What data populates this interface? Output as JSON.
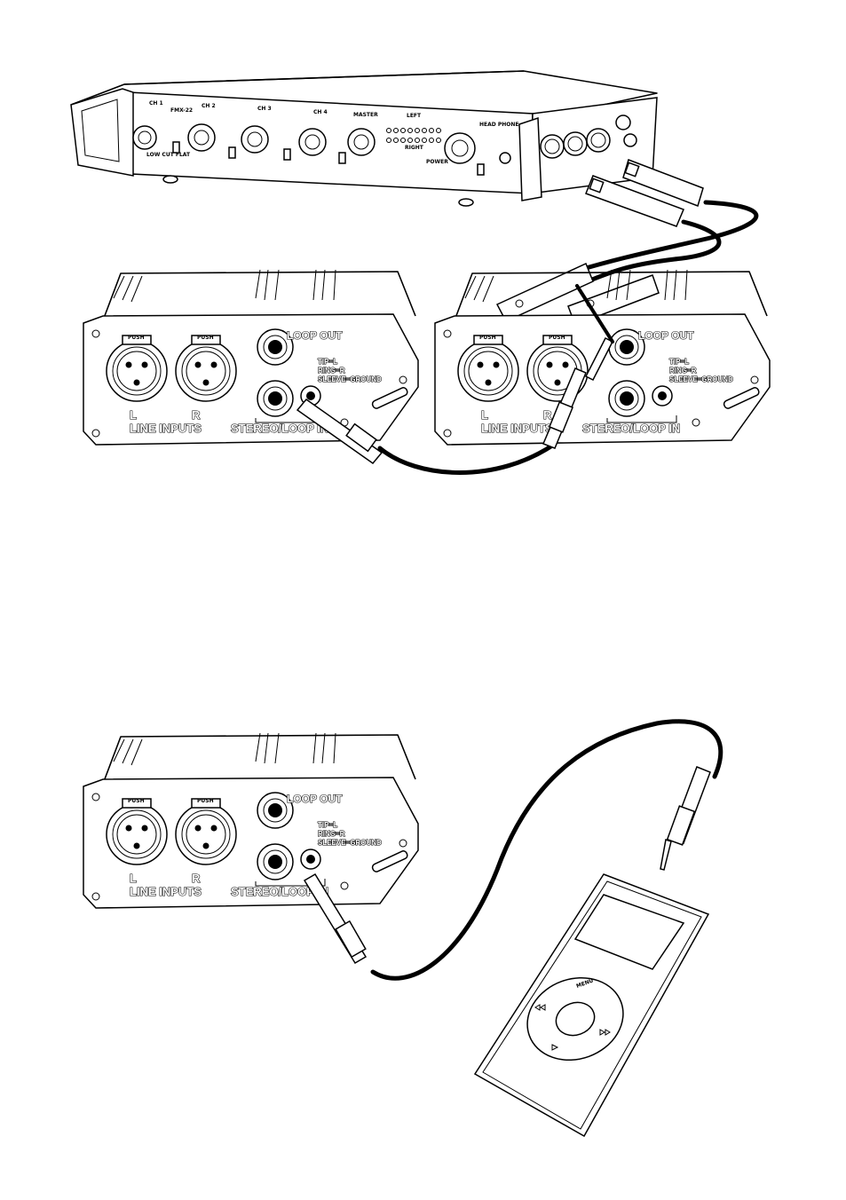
{
  "mixer": {
    "model": "FMX-22",
    "channel_labels": [
      "CH 1",
      "CH 2",
      "CH 3",
      "CH 4",
      "MASTER"
    ],
    "meter_labels": [
      "LEFT",
      "RIGHT"
    ],
    "headphone_label": "HEAD PHONE",
    "switch_label": "LOW CUT FLAT",
    "power_label": "POWER"
  },
  "interface": {
    "loop_out_label": "LOOP OUT",
    "wiring_label": "TIP=L RING=R SLEEVE=GROUND",
    "wiring_lines": [
      "TIP=L",
      "RING=R",
      "SLEEVE=GROUND"
    ],
    "line_inputs_label": "LINE INPUTS",
    "stereo_loop_in_label": "STEREO/LOOP IN",
    "left_label": "L",
    "right_label": "R",
    "xlr_brand": "PUSH"
  },
  "ipod": {
    "menu_label": "MENU"
  }
}
